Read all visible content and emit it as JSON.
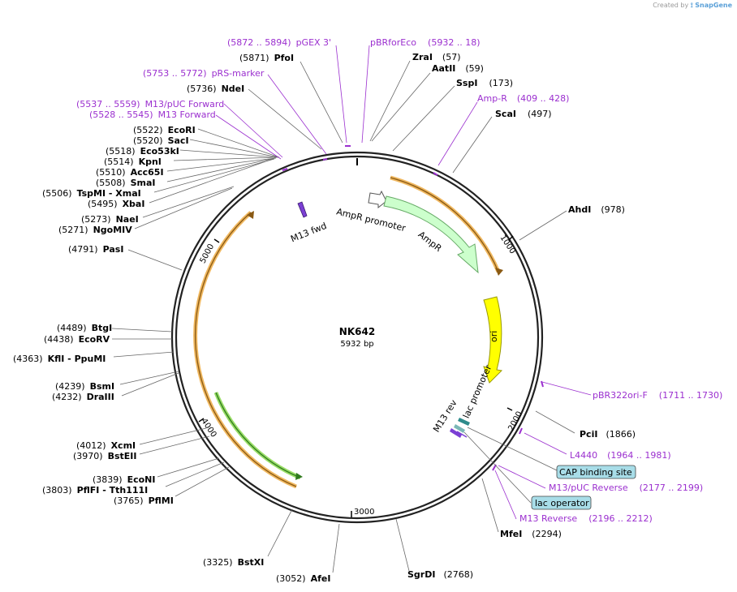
{
  "credit": {
    "created_by": "Created by",
    "brand": "SnapGene"
  },
  "plasmid": {
    "name": "NK642",
    "size": "5932 bp",
    "length": 5932
  },
  "ticks": [
    "1000",
    "2000",
    "3000",
    "4000",
    "5000"
  ],
  "enzymes": [
    {
      "name": "PfoI",
      "pos": "(5871)"
    },
    {
      "name": "ZraI",
      "pos": "(57)"
    },
    {
      "name": "AatII",
      "pos": "(59)"
    },
    {
      "name": "SspI",
      "pos": "(173)"
    },
    {
      "name": "ScaI",
      "pos": "(497)"
    },
    {
      "name": "AhdI",
      "pos": "(978)"
    },
    {
      "name": "PciI",
      "pos": "(1866)"
    },
    {
      "name": "MfeI",
      "pos": "(2294)"
    },
    {
      "name": "SgrDI",
      "pos": "(2768)"
    },
    {
      "name": "AfeI",
      "pos": "(3052)"
    },
    {
      "name": "BstXI",
      "pos": "(3325)"
    },
    {
      "name": "PflMI",
      "pos": "(3765)"
    },
    {
      "name": "PflFI - Tth111I",
      "pos": "(3803)"
    },
    {
      "name": "EcoNI",
      "pos": "(3839)"
    },
    {
      "name": "BstEII",
      "pos": "(3970)"
    },
    {
      "name": "XcmI",
      "pos": "(4012)"
    },
    {
      "name": "DraIII",
      "pos": "(4232)"
    },
    {
      "name": "BsmI",
      "pos": "(4239)"
    },
    {
      "name": "KflI - PpuMI",
      "pos": "(4363)"
    },
    {
      "name": "EcoRV",
      "pos": "(4438)"
    },
    {
      "name": "BtgI",
      "pos": "(4489)"
    },
    {
      "name": "PasI",
      "pos": "(4791)"
    },
    {
      "name": "NgoMIV",
      "pos": "(5271)"
    },
    {
      "name": "NaeI",
      "pos": "(5273)"
    },
    {
      "name": "XbaI",
      "pos": "(5495)"
    },
    {
      "name": "TspMI - XmaI",
      "pos": "(5506)"
    },
    {
      "name": "SmaI",
      "pos": "(5508)"
    },
    {
      "name": "Acc65I",
      "pos": "(5510)"
    },
    {
      "name": "KpnI",
      "pos": "(5514)"
    },
    {
      "name": "Eco53kI",
      "pos": "(5518)"
    },
    {
      "name": "SacI",
      "pos": "(5520)"
    },
    {
      "name": "EcoRI",
      "pos": "(5522)"
    },
    {
      "name": "NdeI",
      "pos": "(5736)"
    }
  ],
  "primers": [
    {
      "name": "pGEX 3'",
      "range": "(5872 .. 5894)"
    },
    {
      "name": "pBRforEco",
      "range": "(5932 .. 18)"
    },
    {
      "name": "pRS-marker",
      "range": "(5753 .. 5772)"
    },
    {
      "name": "M13/pUC Forward",
      "range": "(5537 .. 5559)"
    },
    {
      "name": "M13 Forward",
      "range": "(5528 .. 5545)"
    },
    {
      "name": "Amp-R",
      "range": "(409 .. 428)"
    },
    {
      "name": "pBR322ori-F",
      "range": "(1711 .. 1730)"
    },
    {
      "name": "L4440",
      "range": "(1964 .. 1981)"
    },
    {
      "name": "M13/pUC Reverse",
      "range": "(2177 .. 2199)"
    },
    {
      "name": "M13 Reverse",
      "range": "(2196 .. 2212)"
    }
  ],
  "features": {
    "m13_fwd": "M13 fwd",
    "ampr_promoter": "AmpR promoter",
    "ampr": "AmpR",
    "ori": "ori",
    "m13_rev": "M13 rev",
    "lac_promoter": "lac promoter",
    "cap_site": "CAP binding site",
    "lac_operator": "lac operator"
  },
  "colors": {
    "backbone": "#222222",
    "primer": "#9b2fcf",
    "ampr_fill": "#ccffcc",
    "ampr_stroke": "#66aa66",
    "ori_fill": "#ffff00",
    "ori_stroke": "#999900",
    "orf_orange": "#f0b860",
    "orf_brown": "#8a5a14",
    "orf_green": "#66cc33",
    "box_fill": "#a8dde8",
    "teal": "#2e8b8b"
  }
}
